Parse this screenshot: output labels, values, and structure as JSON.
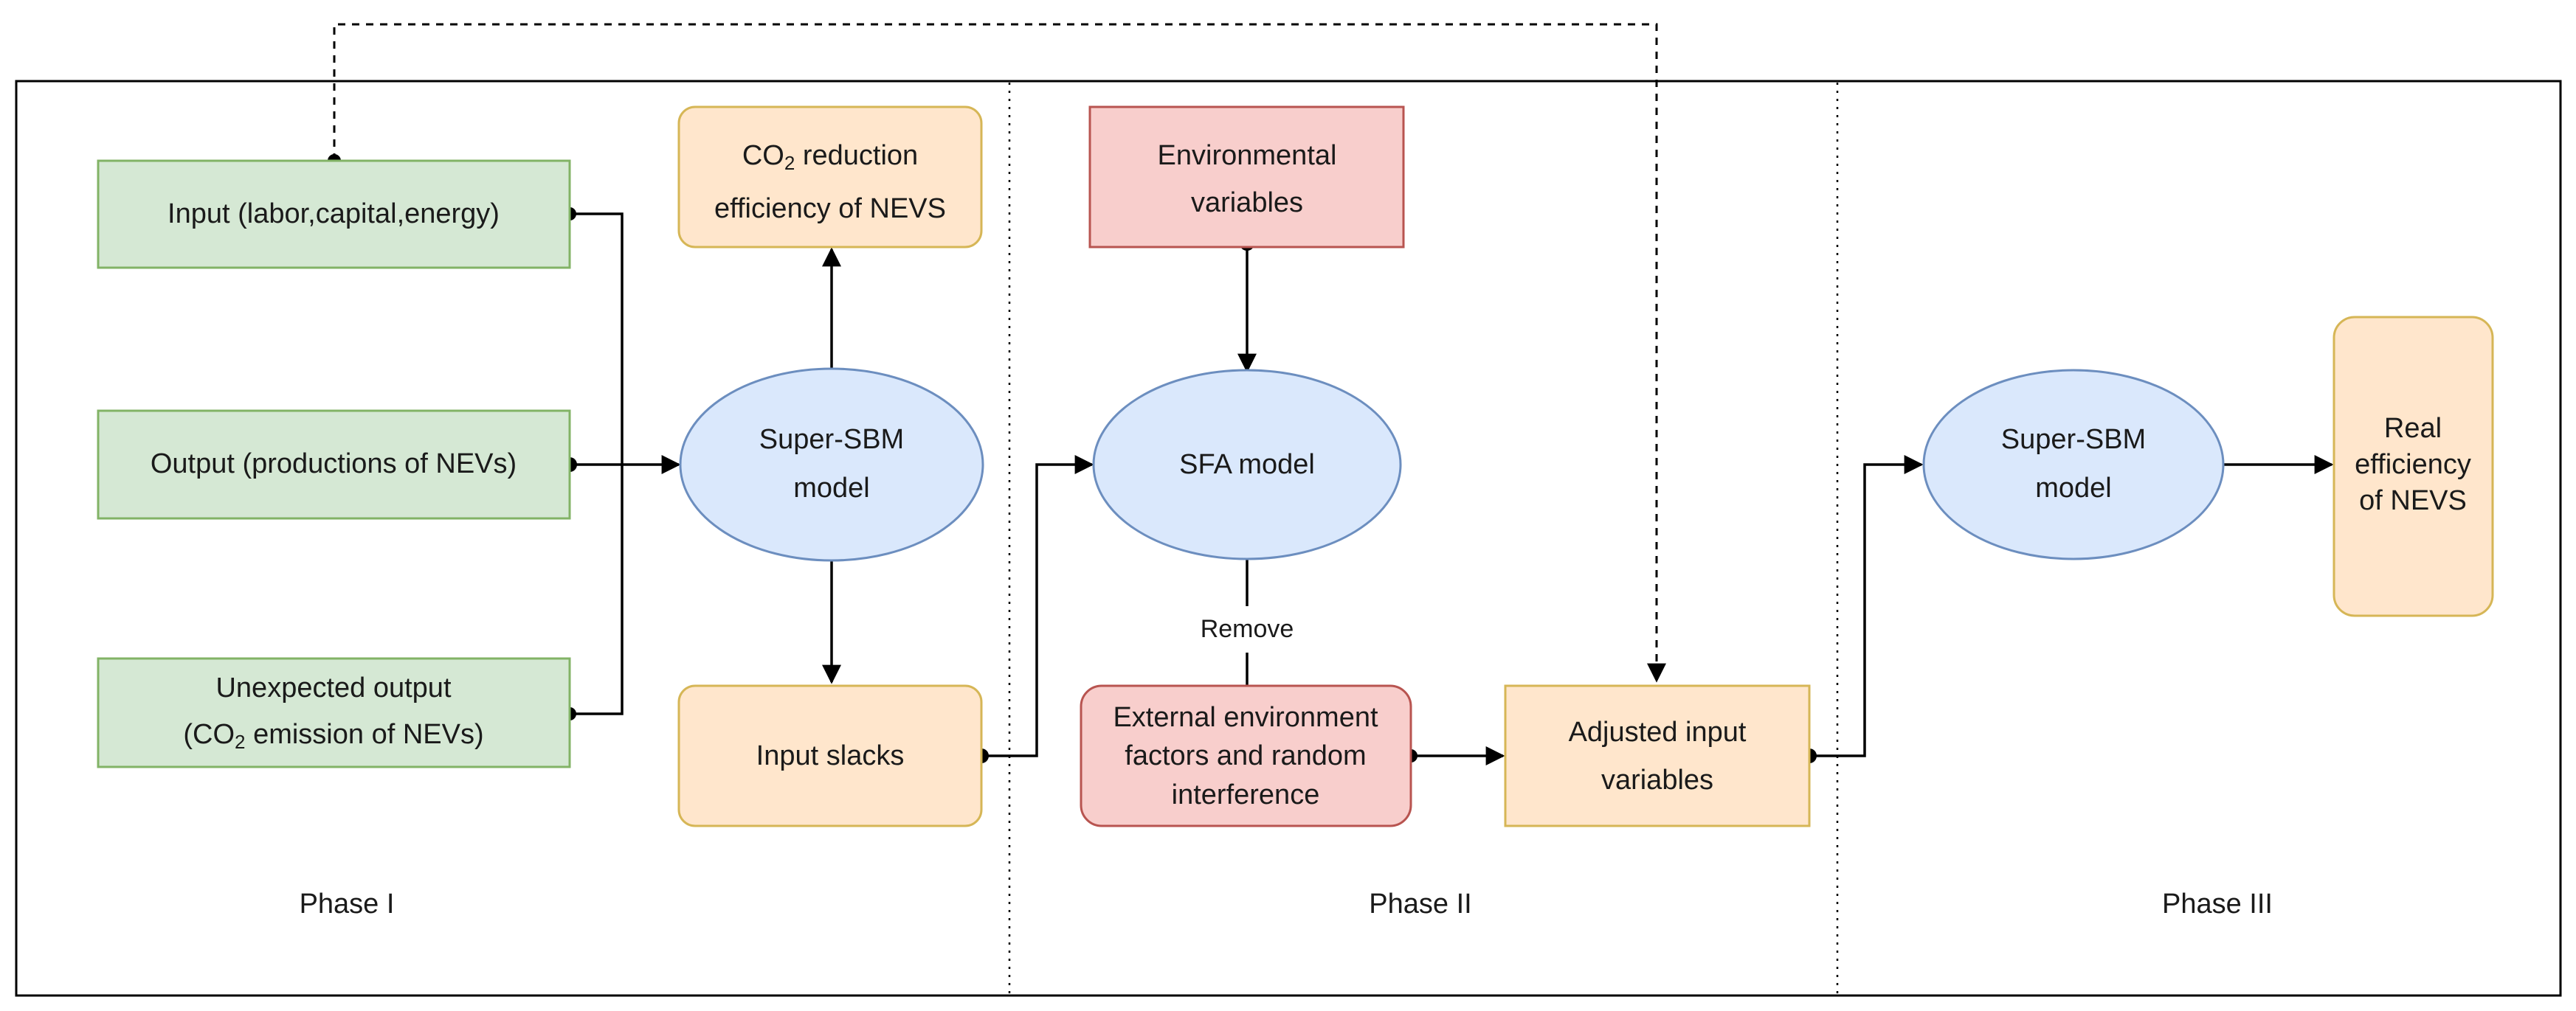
{
  "colors": {
    "green_fill": "#d5e8d4",
    "green_stroke": "#82b366",
    "orange_fill": "#ffe6cc",
    "orange_stroke": "#d6b656",
    "blue_fill": "#dae8fc",
    "blue_stroke": "#6c8ebf",
    "red_fill": "#f8cecc",
    "red_stroke": "#b85450",
    "line": "#000000"
  },
  "nodes": {
    "input": "Input (labor,capital,energy)",
    "output": "Output (productions of NEVs)",
    "unexpected_l1": "Unexpected output",
    "unexpected_l2_pre": "(CO",
    "unexpected_l2_sub": "2",
    "unexpected_l2_post": " emission of NEVs)",
    "co2_l1_pre": "CO",
    "co2_l1_sub": "2",
    "co2_l1_post": " reduction",
    "co2_l2": "efficiency of NEVS",
    "super_sbm_1_l1": "Super-SBM",
    "super_sbm_1_l2": "model",
    "input_slacks": "Input slacks",
    "env_vars_l1": "Environmental",
    "env_vars_l2": "variables",
    "sfa": "SFA model",
    "external_l1": "External environment",
    "external_l2": "factors and random",
    "external_l3": "interference",
    "adjusted_l1": "Adjusted input",
    "adjusted_l2": "variables",
    "super_sbm_2_l1": "Super-SBM",
    "super_sbm_2_l2": "model",
    "real_l1": "Real",
    "real_l2": "efficiency",
    "real_l3": "of NEVS"
  },
  "edge_labels": {
    "remove": "Remove"
  },
  "phases": {
    "phase1": "Phase I",
    "phase2": "Phase II",
    "phase3": "Phase III"
  }
}
